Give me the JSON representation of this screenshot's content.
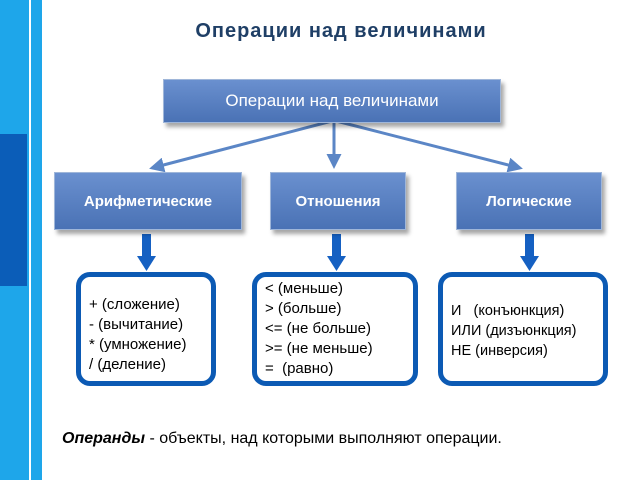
{
  "slide": {
    "title": "Операции над величинами"
  },
  "diagram": {
    "root": "Операции над величинами",
    "categories": {
      "arithmetic": "Арифметические",
      "relations": "Отношения",
      "logical": "Логические"
    },
    "arithmetic_ops": [
      "+ (сложение)",
      "- (вычитание)",
      "* (умножение)",
      "/ (деление)"
    ],
    "relation_ops": [
      "< (меньше)",
      "> (больше)",
      "<= (не больше)",
      ">= (не меньше)",
      "=  (равно)"
    ],
    "logical_ops": [
      "И   (конъюнкция)",
      "ИЛИ (дизъюнкция)",
      "НЕ (инверсия)"
    ]
  },
  "footer": {
    "term": "Операнды",
    "definition": " - объекты, над которыми выполняют операции."
  },
  "colors": {
    "strip": "#1ea6ea",
    "strip_dark": "#0b5db8",
    "box": "#4a72b5",
    "panel_border": "#0c5ab4",
    "arrow_light": "#5b86c6",
    "arrow_dark": "#1560c2",
    "title": "#1f3f66"
  }
}
